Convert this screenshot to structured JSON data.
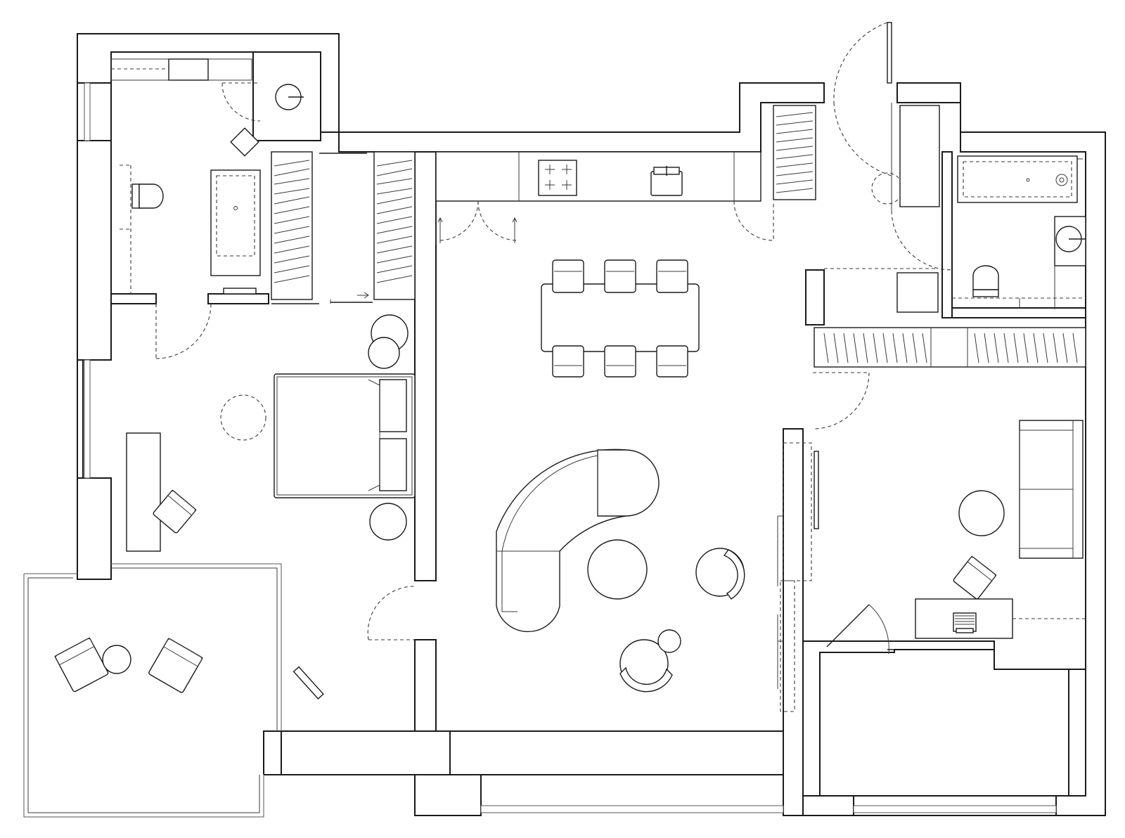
{
  "image": {
    "type": "architectural floor plan",
    "style": "black line drawing on white",
    "colors": {
      "line": "#1a1a1a",
      "background": "#ffffff"
    }
  },
  "rooms": [
    {
      "id": "bathroom-master",
      "fixtures": [
        "toilet",
        "bathtub",
        "washbasin",
        "cabinet"
      ]
    },
    {
      "id": "bedroom",
      "fixtures": [
        "double-bed",
        "nightstand-round",
        "desk",
        "desk-chair",
        "round-rug",
        "wardrobes"
      ]
    },
    {
      "id": "balcony",
      "fixtures": [
        "armchair",
        "armchair",
        "side-table"
      ]
    },
    {
      "id": "kitchen-living",
      "fixtures": [
        "kitchen-counter",
        "cooktop",
        "sink",
        "dining-table",
        "dining-chairs-6",
        "curved-sofa",
        "coffee-table",
        "lounge-chair",
        "side-table"
      ]
    },
    {
      "id": "entrance-hall",
      "fixtures": [
        "entrance-door",
        "wardrobe"
      ]
    },
    {
      "id": "bathroom-guest",
      "fixtures": [
        "bathtub",
        "washbasin",
        "toilet",
        "washing-machine"
      ]
    },
    {
      "id": "study",
      "fixtures": [
        "sofa",
        "round-table",
        "desk",
        "desk-chair",
        "laptop",
        "wardrobe-row"
      ]
    },
    {
      "id": "loggia",
      "fixtures": []
    }
  ],
  "text": []
}
